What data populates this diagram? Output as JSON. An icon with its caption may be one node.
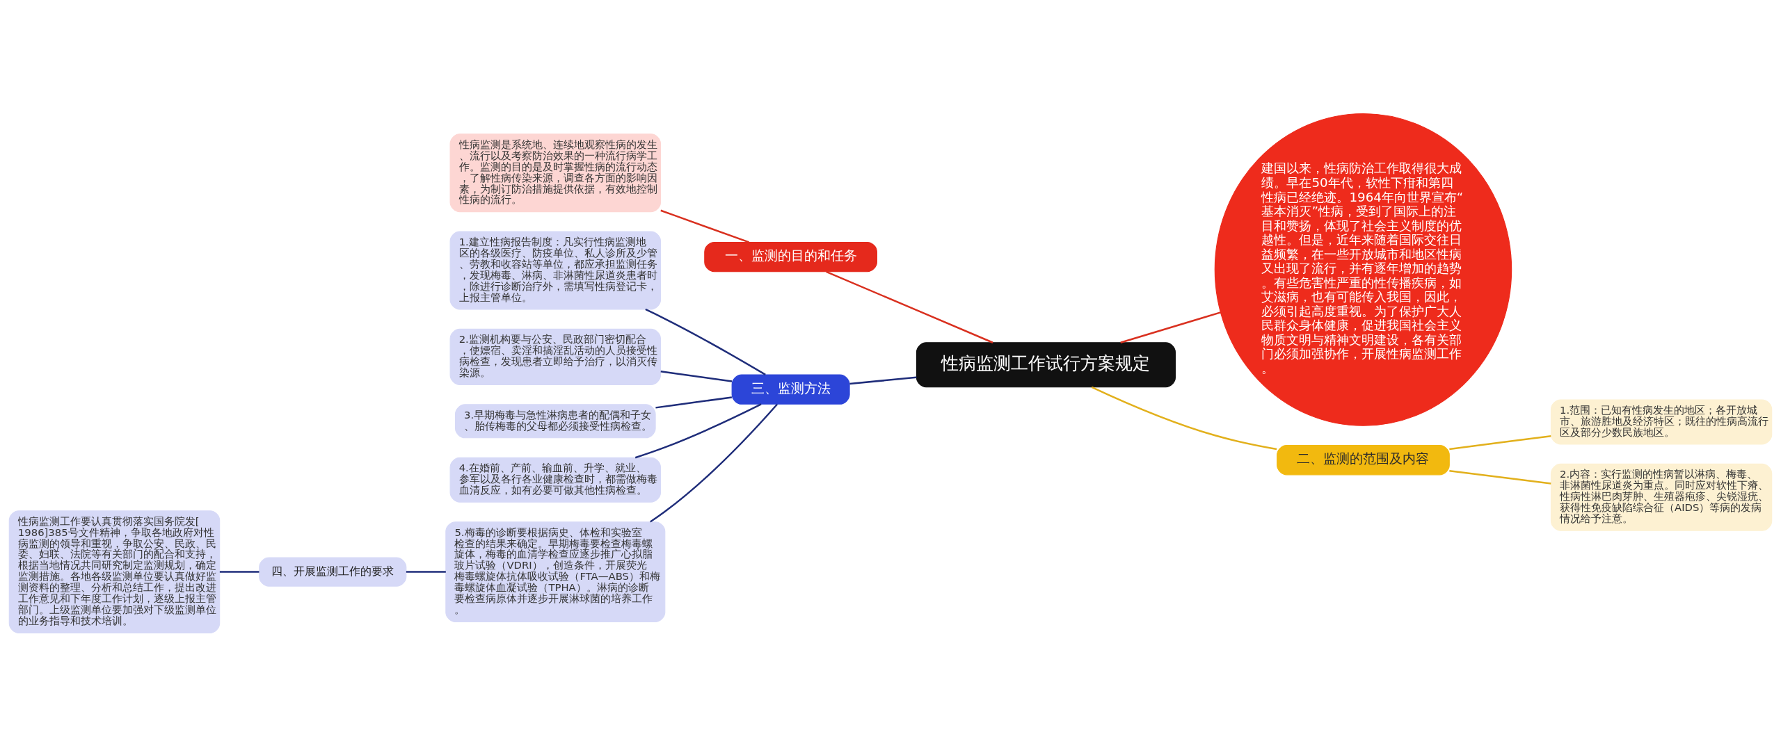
{
  "diagram": {
    "nodes": [
      {
        "text": [
          "性病监测工作试行方案规定"
        ]
      },
      {
        "text": [
          "一、监测的目的和任务"
        ]
      },
      {
        "text": [
          "性病监测是系统地、连续地观察性病的发生、流行以及考察防治效果的一种流行病学工作。监测的目的是及时掌握性病的流行动态，了解性病传染来源，调查各方面的影响因素，为制订防治措施提供依据，有效地控制性病的流行。"
        ]
      },
      {
        "text": [
          "建国以来，性病防治工作取得很大成绩。早在50年代，软性下疳和第四性病已经绝迹。1964年向世界宣布“基本消灭”性病，受到了国际上的注目和赞扬，体现了社会主义制度的优越性。但是，近年来随着国际交往日益频繁，在一些开放城市和地区性病又出现了流行，并有逐年增加的趋势。有些危害性严重的性传播疾病，如艾滋病，也有可能传入我国，因此，必须引起高度重视。为了保护广大人民群众身体健康，促进我国社会主义物质文明与精神文明建设，各有关部门必须加强协作，开展性病监测工作。"
        ]
      },
      {
        "text": [
          "三、监测方法"
        ]
      },
      {
        "text": [
          "1.建立性病报告制度：凡实行性病监测地区的各级医疗、防疫单位、私人诊所及少管、劳教和收容站等单位，都应承担监测任务，发现梅毒、淋病、非淋菌性尿道炎患者时，除进行诊断治疗外，需填写性病登记卡，上报主管单位。"
        ]
      },
      {
        "text": [
          "2.监测机构要与公安、民政部门密切配合，使嫖宿、卖淫和搞淫乱活动的人员接受性病检查，发现患者立即给予治疗，以消灭传染源。"
        ]
      },
      {
        "text": [
          "3.早期梅毒与急性淋病患者的配偶和子女、胎传梅毒的父母都必须接受性病检查。"
        ]
      },
      {
        "text": [
          "4.在婚前、产前、输血前、升学、就业、参军以及各行各业健康检查时，都需做梅毒血清反应，如有必要可做其他性病检查。"
        ]
      },
      {
        "text": [
          "5.梅毒的诊断要根据病史、体检和实验室检查的结果来确定。早期梅毒要检查梅毒螺旋体，梅毒的血清学检查应逐步推广心拟脂玻片试验（VDRI），创造条件，开展荧光梅毒螺旋体抗体吸收试验（FTA—ABS）和梅毒螺旋体血凝试验（TPHA）。淋病的诊断要检查病原体并逐步开展淋球菌的培养工作。"
        ]
      },
      {
        "text": [
          "二、监测的范围及内容"
        ]
      },
      {
        "text": [
          "1.范围：已知有性病发生的地区；各开放城市、旅游胜地及经济特区；既往的性病高流行区及部分少数民族地区。"
        ]
      },
      {
        "text": [
          "2.内容：实行监测的性病暂以淋病、梅毒、非淋菌性尿道炎为重点。同时应对软性下瘠、性病性淋巴肉芽肿、生殖器疱疹、尖锐湿疣、获得性免疫缺陷综合征（AIDS）等病的发病情况给予注意。"
        ]
      },
      {
        "text": [
          "四、开展监测工作的要求"
        ]
      },
      {
        "text": [
          "性病监测工作要认真贯彻落实国务院发[1986]385号文件精神，争取各地政府对性病监测的领导和重视，争取公安、民政、民委、妇联、法院等有关部门的配合和支持，根据当地情况共同研究制定监测规划，确定监测措施。各地各级监测单位要认真做好监测资料的整理、分析和总结工作，提出改进工作意见和下年度工作计划，逐级上报主管部门。上级监测单位要加强对下级监测单位的业务指导和技术培训。"
        ]
      }
    ],
    "edges": [
      {
        "from": 1,
        "to": 0,
        "arrow": "none",
        "color": "#d9301f"
      },
      {
        "from": 2,
        "to": 1,
        "arrow": "none",
        "color": "#d9301f"
      },
      {
        "from": 0,
        "to": 3,
        "arrow": "none",
        "color": "#d9301f"
      },
      {
        "from": 4,
        "to": 0,
        "arrow": "none"
      },
      {
        "from": 5,
        "to": 4,
        "arrow": "none"
      },
      {
        "from": 6,
        "to": 4,
        "arrow": "none"
      },
      {
        "from": 7,
        "to": 4,
        "arrow": "none"
      },
      {
        "from": 8,
        "to": 4,
        "arrow": "none"
      },
      {
        "from": 9,
        "to": 4,
        "arrow": "none"
      },
      {
        "from": 13,
        "to": 9,
        "arrow": "none"
      },
      {
        "from": 14,
        "to": 13,
        "arrow": "none"
      },
      {
        "from": 0,
        "to": 10,
        "arrow": "none",
        "color": "#e2b01c"
      },
      {
        "from": 10,
        "to": 11,
        "arrow": "none",
        "color": "#e2b01c"
      },
      {
        "from": 10,
        "to": 12,
        "arrow": "none",
        "color": "#e2b01c"
      }
    ]
  }
}
